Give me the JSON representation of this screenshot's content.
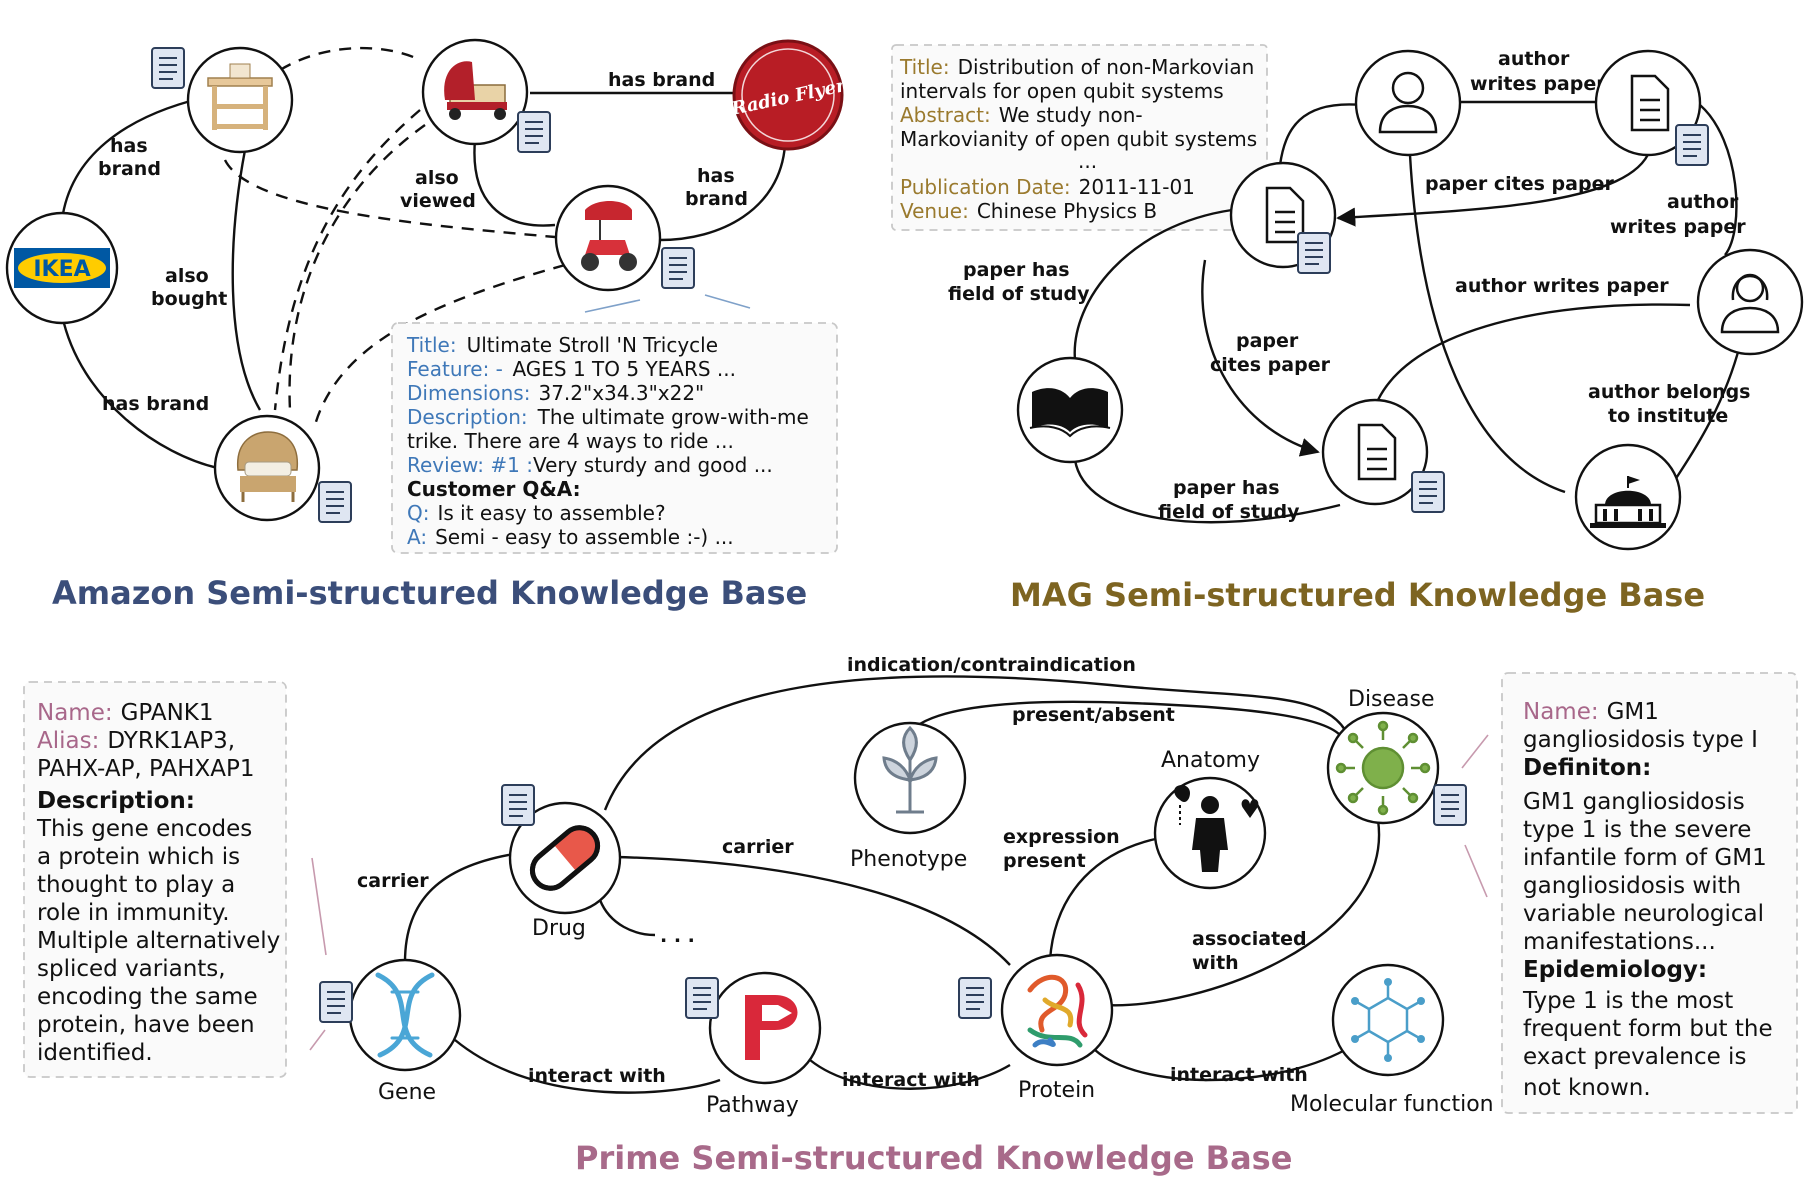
{
  "amazon": {
    "title": "Amazon Semi-structured Knowledge Base",
    "title_color": "#3b4e7a",
    "key_color": "#3f78b8",
    "edges": {
      "has_brand_top": "has brand",
      "has_brand_left_1": "has",
      "has_brand_left_2": "brand",
      "also_bought_1": "also",
      "also_bought_2": "bought",
      "has_brand_bottom": "has brand",
      "also_viewed_1": "also",
      "also_viewed_2": "viewed",
      "has_brand_right_1": "has",
      "has_brand_right_2": "brand"
    },
    "ikea_logo": "IKEA",
    "radio_flyer_logo": "Radio Flyer",
    "attrs": {
      "title_k": "Title:",
      "title_v": "Ultimate Stroll 'N Tricycle",
      "feature_k": "Feature: -",
      "feature_v": "AGES 1 TO 5 YEARS ...",
      "dim_k": "Dimensions:",
      "dim_v": "37.2\"x34.3\"x22\"",
      "desc_k": "Description:",
      "desc_v1": "The ultimate grow-with-me",
      "desc_v2": "trike. There are 4 ways to ride ...",
      "review_k": "Review: #1 :",
      "review_v": "Very sturdy and good ...",
      "qa_k": "Customer Q&A:",
      "q_k": "Q:",
      "q_v": "Is it easy to assemble?",
      "a_k": "A:",
      "a_v": "Semi - easy to assemble :-) ..."
    }
  },
  "mag": {
    "title": "MAG Semi-structured Knowledge Base",
    "title_color": "#7d6421",
    "key_color": "#9a7a2e",
    "edges": {
      "author_writes_1": "author",
      "author_writes_2": "writes paper",
      "paper_cites_top": "paper cites paper",
      "author_writes_r1": "author",
      "author_writes_r2": "writes paper",
      "author_writes_long": "author writes paper",
      "field_top_1": "paper has",
      "field_top_2": "field of study",
      "cites_mid_1": "paper",
      "cites_mid_2": "cites paper",
      "field_bot_1": "paper has",
      "field_bot_2": "field of study",
      "belongs_1": "author belongs",
      "belongs_2": "to institute"
    },
    "attrs": {
      "title_k": "Title:",
      "title_v1": "Distribution of non-Markovian",
      "title_v2": "intervals for open qubit systems",
      "abstract_k": "Abstract:",
      "abstract_v1": "We study non-",
      "abstract_v2": "Markovianity of open qubit systems",
      "ellipsis": "...",
      "date_k": "Publication Date:",
      "date_v": "2011-11-01",
      "venue_k": "Venue:",
      "venue_v": "Chinese Physics B"
    }
  },
  "prime": {
    "title": "Prime Semi-structured Knowledge Base",
    "title_color": "#a86a8a",
    "key_color": "#a8678a",
    "edges": {
      "indication": "indication/contraindication",
      "present_absent": "present/absent",
      "carrier_left": "carrier",
      "carrier_mid": "carrier",
      "expression_1": "expression",
      "expression_2": "present",
      "associated_1": "associated",
      "associated_2": "with",
      "interact_1": "interact with",
      "interact_2": "interact with",
      "interact_3": "interact with",
      "ellipsis": ". . ."
    },
    "nodes": {
      "disease": "Disease",
      "anatomy": "Anatomy",
      "phenotype": "Phenotype",
      "drug": "Drug",
      "gene": "Gene",
      "pathway": "Pathway",
      "protein": "Protein",
      "molecular": "Molecular function"
    },
    "left_attrs": {
      "name_k": "Name:",
      "name_v": "GPANK1",
      "alias_k": "Alias:",
      "alias_v1": "DYRK1AP3,",
      "alias_v2": "PAHX-AP, PAHXAP1",
      "desc_k": "Description:",
      "desc_lines": [
        "This gene encodes",
        "a protein which is",
        "thought to play a",
        "role in immunity.",
        "Multiple alternatively",
        "spliced variants,",
        "encoding the same",
        "protein, have been",
        "identified."
      ]
    },
    "right_attrs": {
      "name_k": "Name:",
      "name_v1": "GM1",
      "name_v2": "gangliosidosis type I",
      "def_k": "Definiton:",
      "def_lines": [
        "GM1 gangliosidosis",
        "type 1 is the severe",
        "infantile form of GM1",
        "gangliosidosis with",
        "variable neurological",
        "manifestations..."
      ],
      "epi_k": "Epidemiology:",
      "epi_lines": [
        "Type 1 is the most",
        "frequent form but the",
        "exact prevalence is",
        "not known."
      ]
    }
  }
}
